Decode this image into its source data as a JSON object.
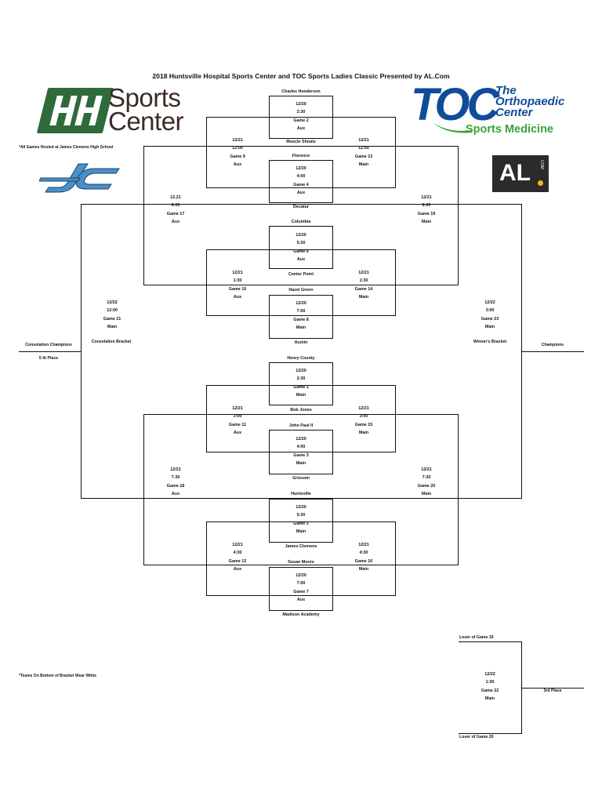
{
  "title": "2018 Huntsville Hospital Sports Center and TOC Sports Ladies Classic Presented by AL.Com",
  "notes": {
    "venue": "*All Games Hosted at James Clemens High School",
    "white": "*Teams On Bottom of Bracket Wear White"
  },
  "logos": {
    "hh": {
      "word1": "Sports",
      "word2": "Center",
      "color": "#2e6a3a",
      "text_color": "#3d2b25"
    },
    "toc": {
      "big": "TOC",
      "line1": "The",
      "line2": "Orthopaedic",
      "line3": "Center",
      "tagline": "Sports Medicine",
      "color": "#0f4c9a",
      "accent": "#3aa33a"
    },
    "al": {
      "text": "AL",
      "com": "COM",
      "bg": "#2b2b2b",
      "dot": "#f6b91d"
    },
    "jc": {
      "color": "#4a90c8"
    }
  },
  "teams": {
    "t1": "Charles Henderson",
    "t2": "Muscle Shoals",
    "t3": "Florence",
    "t4": "Decatur",
    "t5": "Columbia",
    "t6": "Center Point",
    "t7": "Hazel Green",
    "t8": "Austin",
    "t9": "Henry County",
    "t10": "Bob Jones",
    "t11": "John Paul II",
    "t12": "Grissom",
    "t13": "Huntsville",
    "t14": "James Clemens",
    "t15": "Susan Moore",
    "t16": "Madison Academy"
  },
  "games": {
    "g2": {
      "date": "12/20",
      "time": "2:30",
      "game": "Game 2",
      "court": "Aux"
    },
    "g4": {
      "date": "12/20",
      "time": "4:00",
      "game": "Game 4",
      "court": "Aux"
    },
    "g6": {
      "date": "12/20",
      "time": "5:30",
      "game": "Game 6",
      "court": "Aux"
    },
    "g8": {
      "date": "12/20",
      "time": "7:00",
      "game": "Game 8",
      "court": "Main"
    },
    "g1": {
      "date": "12/20",
      "time": "2:30",
      "game": "Game 1",
      "court": "Main"
    },
    "g3": {
      "date": "12/20",
      "time": "4:00",
      "game": "Game 3",
      "court": "Main"
    },
    "g5": {
      "date": "12/20",
      "time": "5:30",
      "game": "Game 5",
      "court": "Main"
    },
    "g7": {
      "date": "12/20",
      "time": "7:00",
      "game": "Game 7",
      "court": "Aux"
    },
    "g9": {
      "date": "12/21",
      "time": "12:00",
      "game": "Game 9",
      "court": "Aux"
    },
    "g13": {
      "date": "12/21",
      "time": "12:00",
      "game": "Game 13",
      "court": "Main"
    },
    "g10": {
      "date": "12/21",
      "time": "1:30",
      "game": "Game 10",
      "court": "Aux"
    },
    "g14": {
      "date": "12/21",
      "time": "1:30",
      "game": "Game  14",
      "court": "Main"
    },
    "g11": {
      "date": "12/21",
      "time": "3:00",
      "game": "Game 11",
      "court": "Aux"
    },
    "g15": {
      "date": "12/21",
      "time": "3:00",
      "game": "Game 15",
      "court": "Main"
    },
    "g12": {
      "date": "12/21",
      "time": "4:30",
      "game": "Game 12",
      "court": "Aux"
    },
    "g16": {
      "date": "12/21",
      "time": "4:30",
      "game": "Game 16",
      "court": "Main"
    },
    "g17": {
      "date": "12.21",
      "time": "6:00",
      "game": "Game 17",
      "court": "Aux"
    },
    "g19": {
      "date": "12/21",
      "time": "6:00",
      "game": "Game 19",
      "court": "Main"
    },
    "g18": {
      "date": "12/21",
      "time": "7:30",
      "game": "Game 18",
      "court": "Aux"
    },
    "g20": {
      "date": "12/21",
      "time": "7:30",
      "game": "Game 20",
      "court": "Main"
    },
    "g21": {
      "date": "12/22",
      "time": "12:00",
      "game": "Game 21",
      "court": "Main"
    },
    "g23": {
      "date": "12/22",
      "time": "3:00",
      "game": "Game 23",
      "court": "Main"
    },
    "g22": {
      "date": "12/22",
      "time": "1:30",
      "game": "Game 22",
      "court": "Main"
    }
  },
  "labels": {
    "consolation_bracket": "Consolation Bracket",
    "winners_bracket": "Winner's Bracket",
    "consolation_champions": "Consolation Champions",
    "fifth_place": "5 th Place",
    "champions": "Champions",
    "loser19": "Loser of Game 19",
    "loser20": "Loser of Game 20",
    "third_place": "3rd Place"
  }
}
